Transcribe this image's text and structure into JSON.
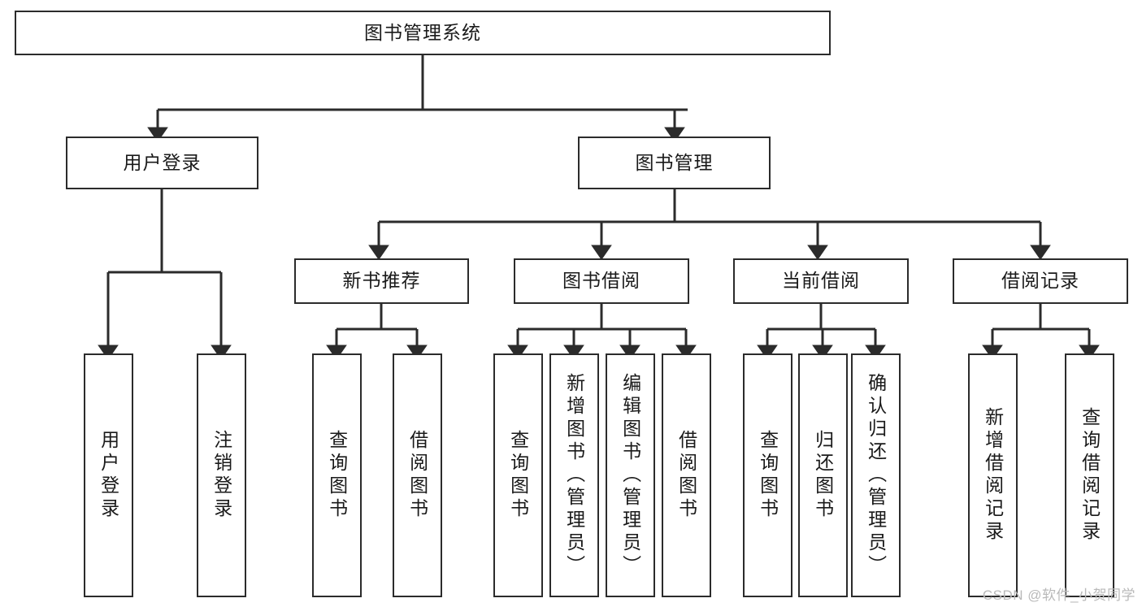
{
  "diagram": {
    "title": "图书管理系统",
    "type": "tree-hierarchy",
    "watermark": "CSDN @软件_小贺同学",
    "colors": {
      "stroke": "#2b2b2b",
      "fill": "#ffffff",
      "text": "#1a1a1a",
      "watermark": "#b9b9b9"
    },
    "nodes": {
      "root": {
        "label": "图书管理系统"
      },
      "level2": [
        {
          "id": "user-login",
          "label": "用户登录"
        },
        {
          "id": "book-manage",
          "label": "图书管理"
        }
      ],
      "level3": [
        {
          "id": "new-book-recommend",
          "label": "新书推荐"
        },
        {
          "id": "book-borrow",
          "label": "图书借阅"
        },
        {
          "id": "current-borrow",
          "label": "当前借阅"
        },
        {
          "id": "borrow-record",
          "label": "借阅记录"
        }
      ],
      "leaves": [
        {
          "id": "leaf-user-login",
          "label": "用户登录",
          "parent": "user-login"
        },
        {
          "id": "leaf-logout-login",
          "label": "注销登录",
          "parent": "user-login"
        },
        {
          "id": "leaf-query-book-1",
          "label": "查询图书",
          "parent": "new-book-recommend"
        },
        {
          "id": "leaf-borrow-book-1",
          "label": "借阅图书",
          "parent": "new-book-recommend"
        },
        {
          "id": "leaf-query-book-2",
          "label": "查询图书",
          "parent": "book-borrow"
        },
        {
          "id": "leaf-add-book",
          "label": "新增图书（管理员）",
          "parent": "book-borrow"
        },
        {
          "id": "leaf-edit-book",
          "label": "编辑图书（管理员）",
          "parent": "book-borrow"
        },
        {
          "id": "leaf-borrow-book-2",
          "label": "借阅图书",
          "parent": "book-borrow"
        },
        {
          "id": "leaf-query-book-3",
          "label": "查询图书",
          "parent": "current-borrow"
        },
        {
          "id": "leaf-return-book",
          "label": "归还图书",
          "parent": "current-borrow"
        },
        {
          "id": "leaf-confirm-return",
          "label": "确认归还（管理员）",
          "parent": "current-borrow"
        },
        {
          "id": "leaf-add-record",
          "label": "新增借阅记录",
          "parent": "borrow-record"
        },
        {
          "id": "leaf-query-record",
          "label": "查询借阅记录",
          "parent": "borrow-record"
        }
      ]
    }
  }
}
